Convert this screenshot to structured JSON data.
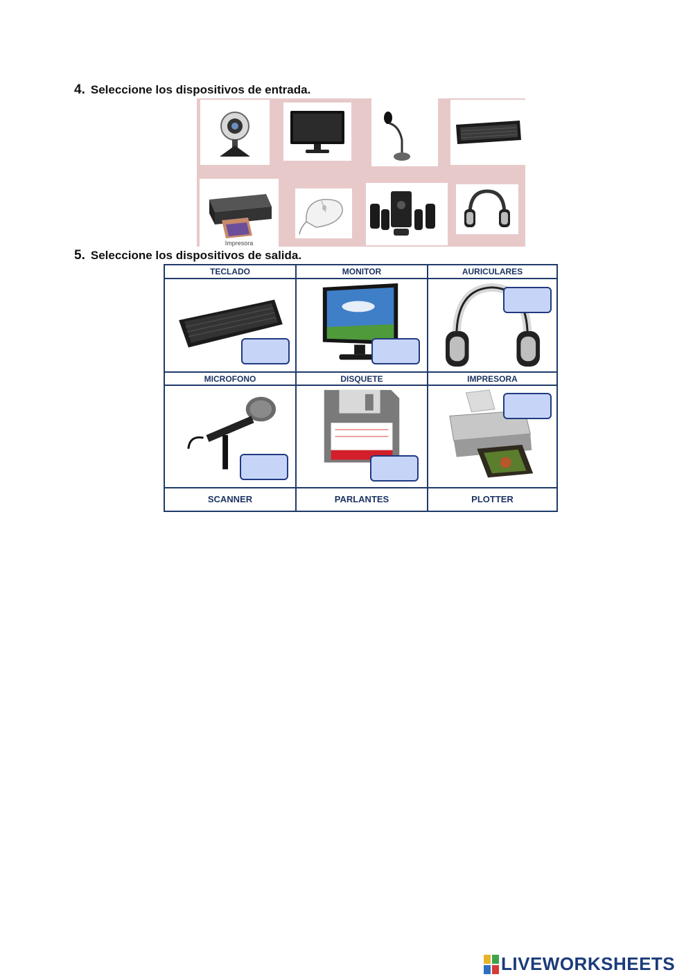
{
  "question4": {
    "number": "4.",
    "text": "Seleccione  los dispositivos de entrada."
  },
  "question5": {
    "number": "5.",
    "text": "Seleccione  los dispositivos de salida."
  },
  "collage_caption": "Impresora",
  "grid": {
    "header_row_1": [
      "TECLADO",
      "MONITOR",
      "AURICULARES"
    ],
    "header_row_2": [
      "MICROFONO",
      "DISQUETE",
      "IMPRESORA"
    ],
    "footer_row": [
      "SCANNER",
      "PARLANTES",
      "PLOTTER"
    ]
  },
  "footer": {
    "brand": "LIVEWORKSHEETS"
  },
  "colors": {
    "grid_border": "#1f3a6a",
    "answer_fill": "#c6d4f7",
    "collage_bg": "#e8c9c9"
  }
}
